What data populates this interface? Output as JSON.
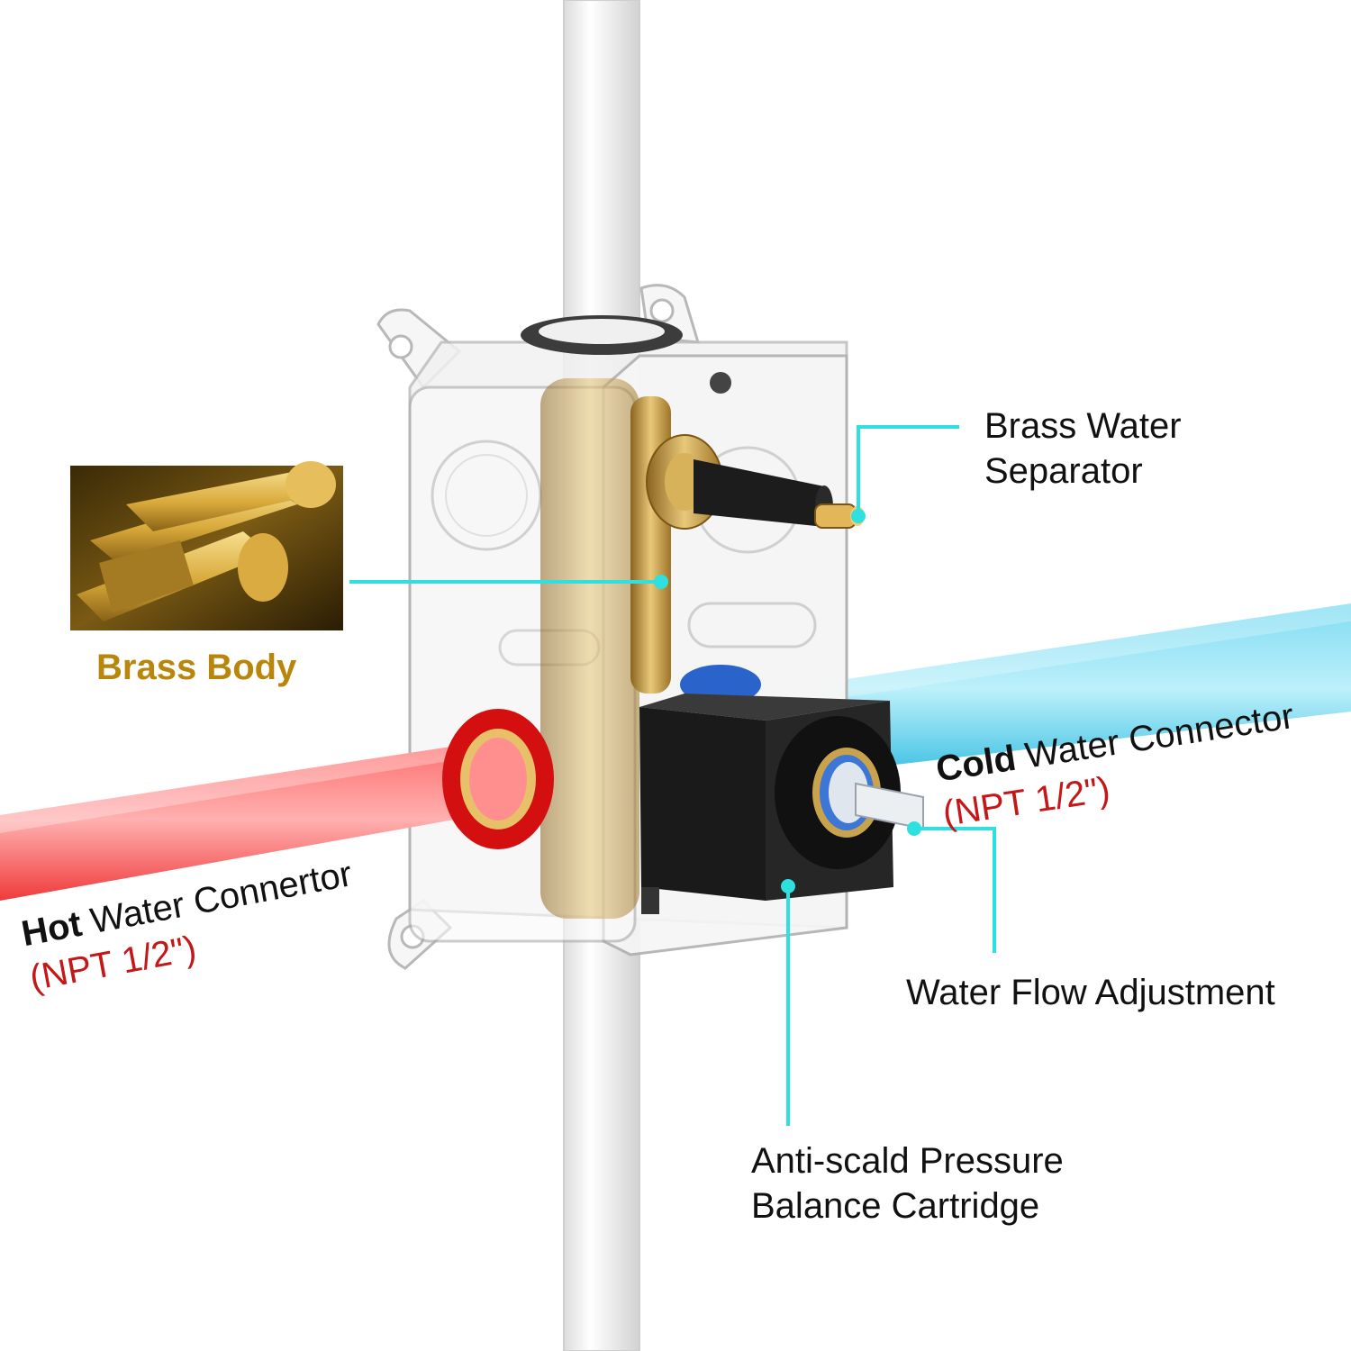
{
  "callouts": {
    "brass_body": "Brass Body",
    "brass_water_separator": [
      "Brass Water",
      "Separator"
    ],
    "cold_connector": {
      "strong": "Cold",
      "rest": "Water Connector",
      "size": "(NPT 1/2\")"
    },
    "hot_connector": {
      "strong": "Hot",
      "rest": "Water Connertor",
      "size": "(NPT 1/2\")"
    },
    "water_flow_adjustment": "Water Flow Adjustment",
    "cartridge": [
      "Anti-scald Pressure",
      "Balance Cartridge"
    ]
  },
  "colors": {
    "leader": "#2ee0e0",
    "hot": "#c41818",
    "cold": "#46c8e6",
    "brass": "#b8860b"
  },
  "icons": [
    "brass-bar-stock-image"
  ]
}
